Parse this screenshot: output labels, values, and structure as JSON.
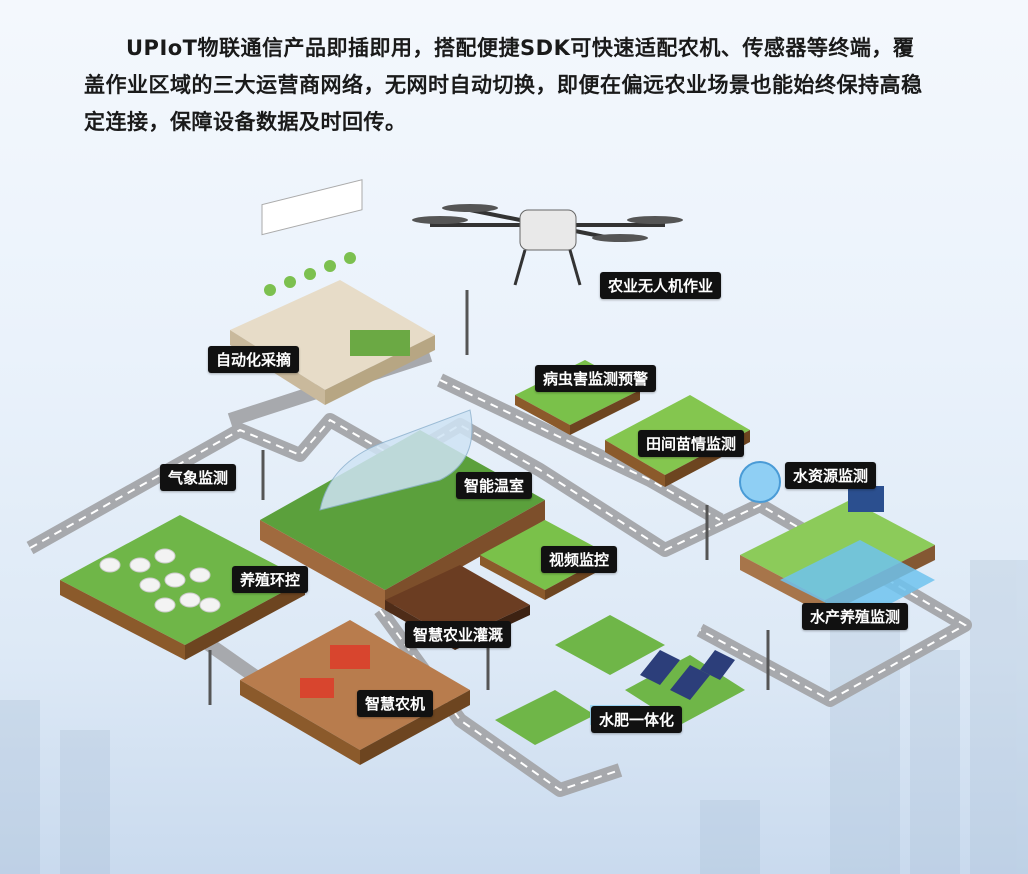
{
  "intro_text": "UPIoT物联通信产品即插即用，搭配便捷SDK可快速适配农机、传感器等终端，覆盖作业区域的三大运营商网络，无网时自动切换，即便在偏远农业场景也能始终保持高稳定连接，保障设备数据及时回传。",
  "labels": {
    "drone": "农业无人机作业",
    "auto_pick": "自动化采摘",
    "pest": "病虫害监测预警",
    "seedling": "田间苗情监测",
    "weather": "气象监测",
    "greenhouse": "智能温室",
    "water_source": "水资源监测",
    "video": "视频监控",
    "livestock": "养殖环控",
    "irrigation": "智慧农业灌溉",
    "aquaculture": "水产养殖监测",
    "machinery": "智慧农机",
    "fertigation": "水肥一体化"
  },
  "colors": {
    "road": "#a7a9ad",
    "grass": "#6fb648",
    "soil": "#9a5a33",
    "label_bg": "#111111",
    "water": "#6fc3ee"
  }
}
